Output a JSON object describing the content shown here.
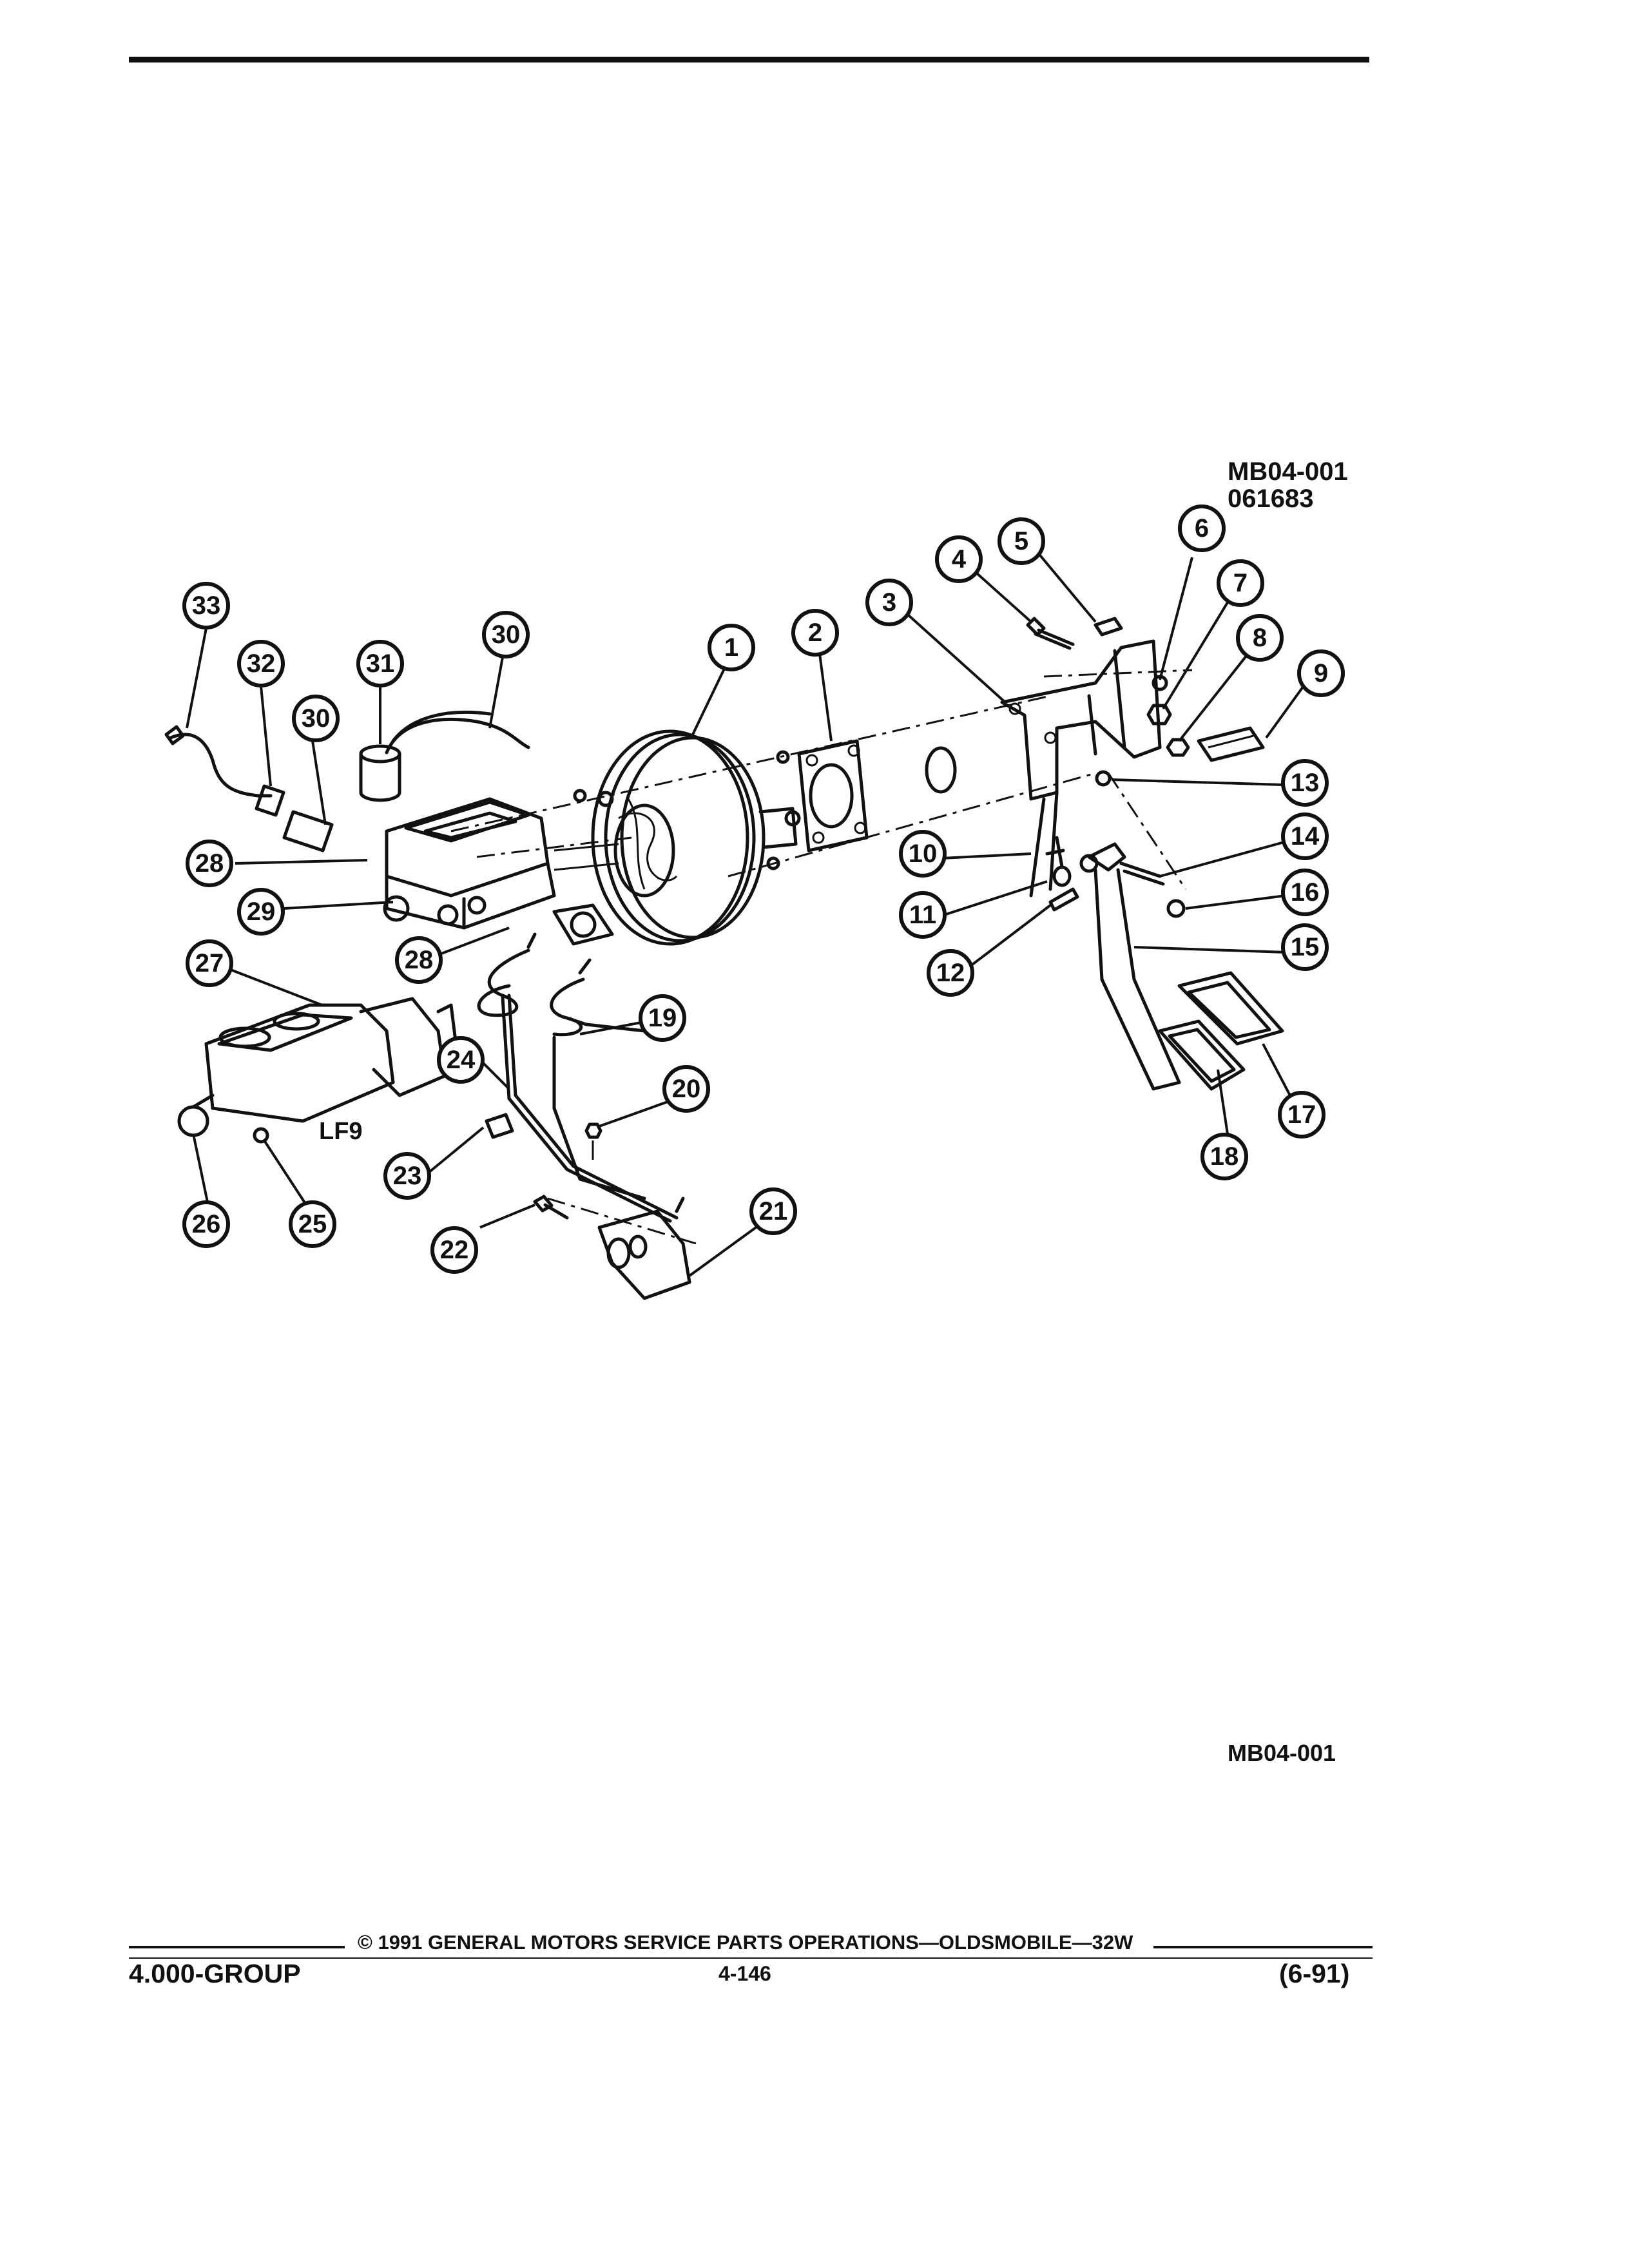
{
  "figure": {
    "ref_top": "MB04-001",
    "ref_date": "061683",
    "ref_bottom": "MB04-001",
    "variant_label": "LF9"
  },
  "callouts": [
    "1",
    "2",
    "3",
    "4",
    "5",
    "6",
    "7",
    "8",
    "9",
    "10",
    "11",
    "12",
    "13",
    "14",
    "15",
    "16",
    "17",
    "18",
    "19",
    "20",
    "21",
    "22",
    "23",
    "24",
    "25",
    "26",
    "27",
    "28",
    "28",
    "29",
    "30",
    "30",
    "31",
    "32",
    "33"
  ],
  "footer": {
    "copyright": "© 1991 GENERAL MOTORS SERVICE PARTS OPERATIONS—OLDSMOBILE—32W",
    "group": "4.000-GROUP",
    "page": "4-146",
    "date": "(6-91)"
  },
  "colors": {
    "ink": "#111111",
    "paper": "#ffffff"
  }
}
